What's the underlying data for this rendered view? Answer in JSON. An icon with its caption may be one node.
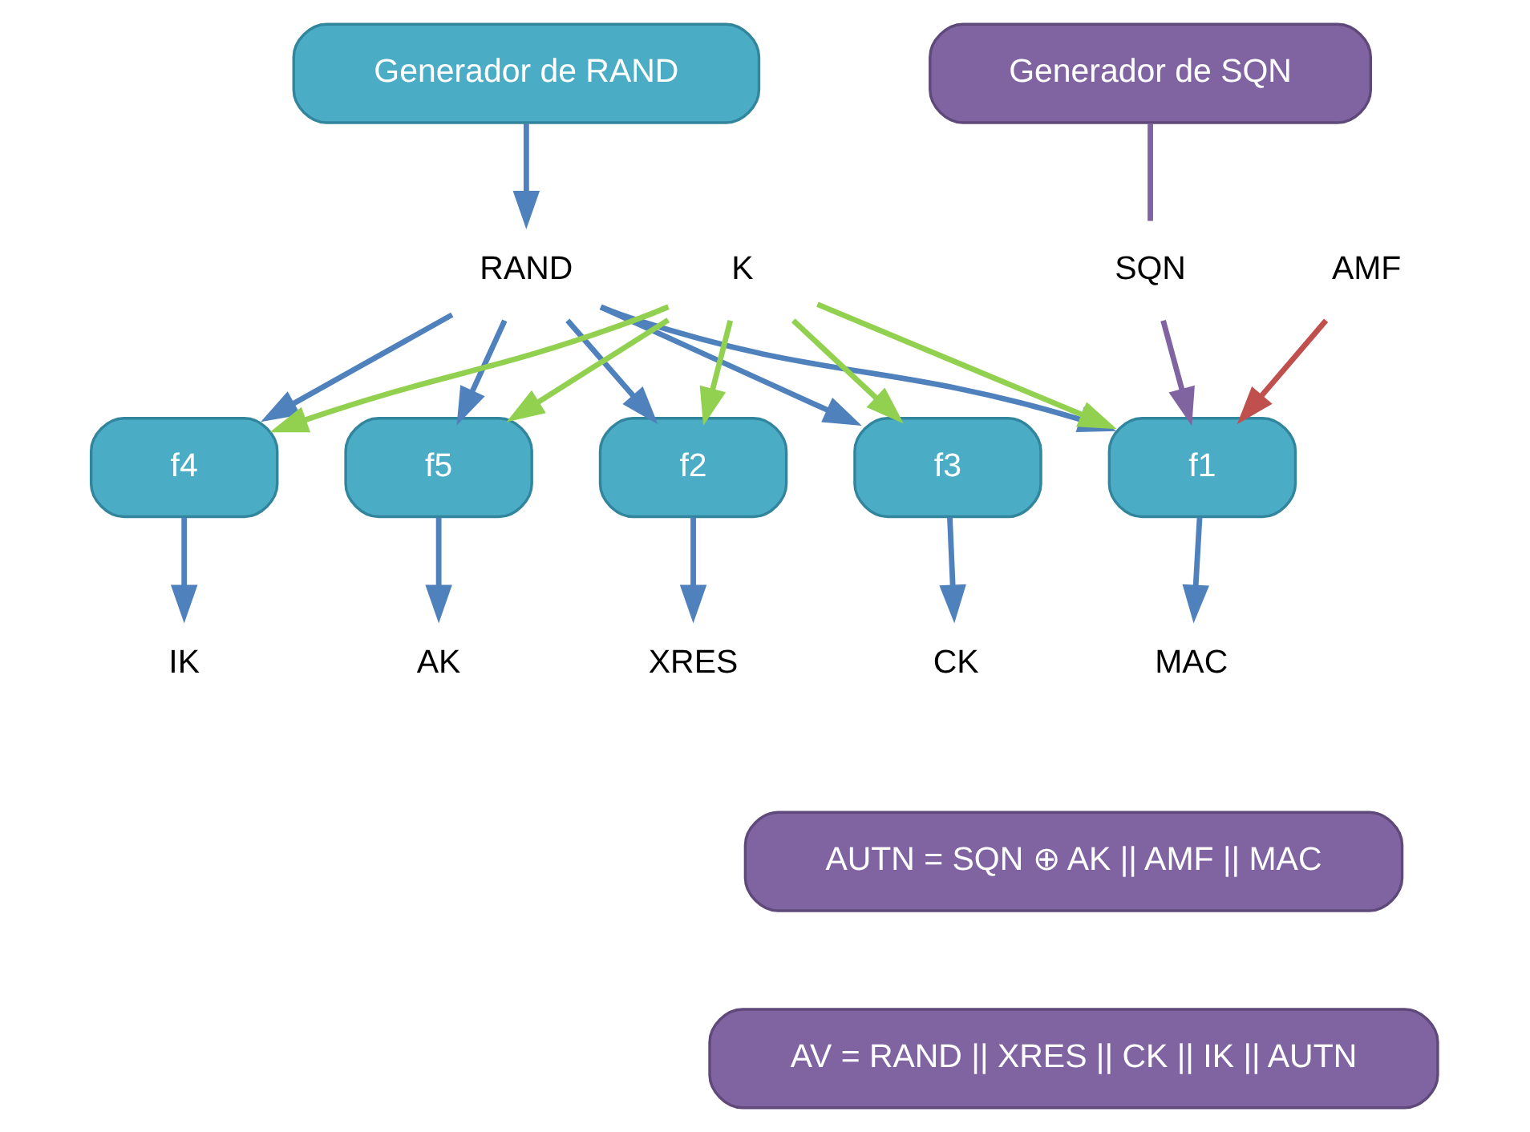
{
  "diagram": {
    "nodes": [
      {
        "text": [
          "Generador de SQN"
        ]
      },
      {
        "text": [
          "Generador de RAND"
        ]
      },
      {
        "text": [
          "SQN"
        ]
      },
      {
        "text": [
          "RAND"
        ]
      },
      {
        "text": [
          "AMF"
        ]
      },
      {
        "text": [
          "K"
        ]
      },
      {
        "text": [
          "f1"
        ]
      },
      {
        "text": [
          "f2"
        ]
      },
      {
        "text": [
          "f3"
        ]
      },
      {
        "text": [
          "f4"
        ]
      },
      {
        "text": [
          "f5"
        ]
      },
      {
        "text": [
          "MAC"
        ]
      },
      {
        "text": [
          "XRES"
        ]
      },
      {
        "text": [
          "CK"
        ]
      },
      {
        "text": [
          "IK"
        ]
      },
      {
        "text": [
          "AK"
        ]
      },
      {
        "text": [
          "AUTN = SQN ⊕ AK || AMF || MAC"
        ]
      },
      {
        "text": [
          "AV = RAND || XRES || CK || IK || AUTN"
        ]
      }
    ],
    "edges": [
      {
        "from": 0,
        "to": 2,
        "arrow": "none",
        "color": "#8064a2"
      },
      {
        "from": 2,
        "to": 6,
        "arrow": "to",
        "color": "#8064a2"
      },
      {
        "from": 1,
        "to": 3,
        "arrow": "to"
      },
      {
        "from": 5,
        "to": 6,
        "arrow": "to",
        "color": "#92d050"
      },
      {
        "from": 4,
        "to": 6,
        "arrow": "to",
        "color": "#c0504d"
      },
      {
        "from": 3,
        "to": 6,
        "arrow": "to"
      },
      {
        "from": 5,
        "to": 7,
        "arrow": "to",
        "color": "#92d050"
      },
      {
        "from": 3,
        "to": 7,
        "arrow": "to"
      },
      {
        "from": 5,
        "to": 8,
        "arrow": "to",
        "color": "#92d050"
      },
      {
        "from": 3,
        "to": 8,
        "arrow": "to"
      },
      {
        "from": 5,
        "to": 9,
        "arrow": "to",
        "color": "#92d050"
      },
      {
        "from": 3,
        "to": 9,
        "arrow": "to"
      },
      {
        "from": 5,
        "to": 10,
        "arrow": "to",
        "color": "#92d050"
      },
      {
        "from": 3,
        "to": 10,
        "arrow": "to"
      },
      {
        "from": 6,
        "to": 11,
        "arrow": "to"
      },
      {
        "from": 7,
        "to": 12,
        "arrow": "to"
      },
      {
        "from": 8,
        "to": 13,
        "arrow": "to"
      },
      {
        "from": 9,
        "to": 14,
        "arrow": "to"
      },
      {
        "from": 10,
        "to": 15,
        "arrow": "to"
      }
    ]
  }
}
